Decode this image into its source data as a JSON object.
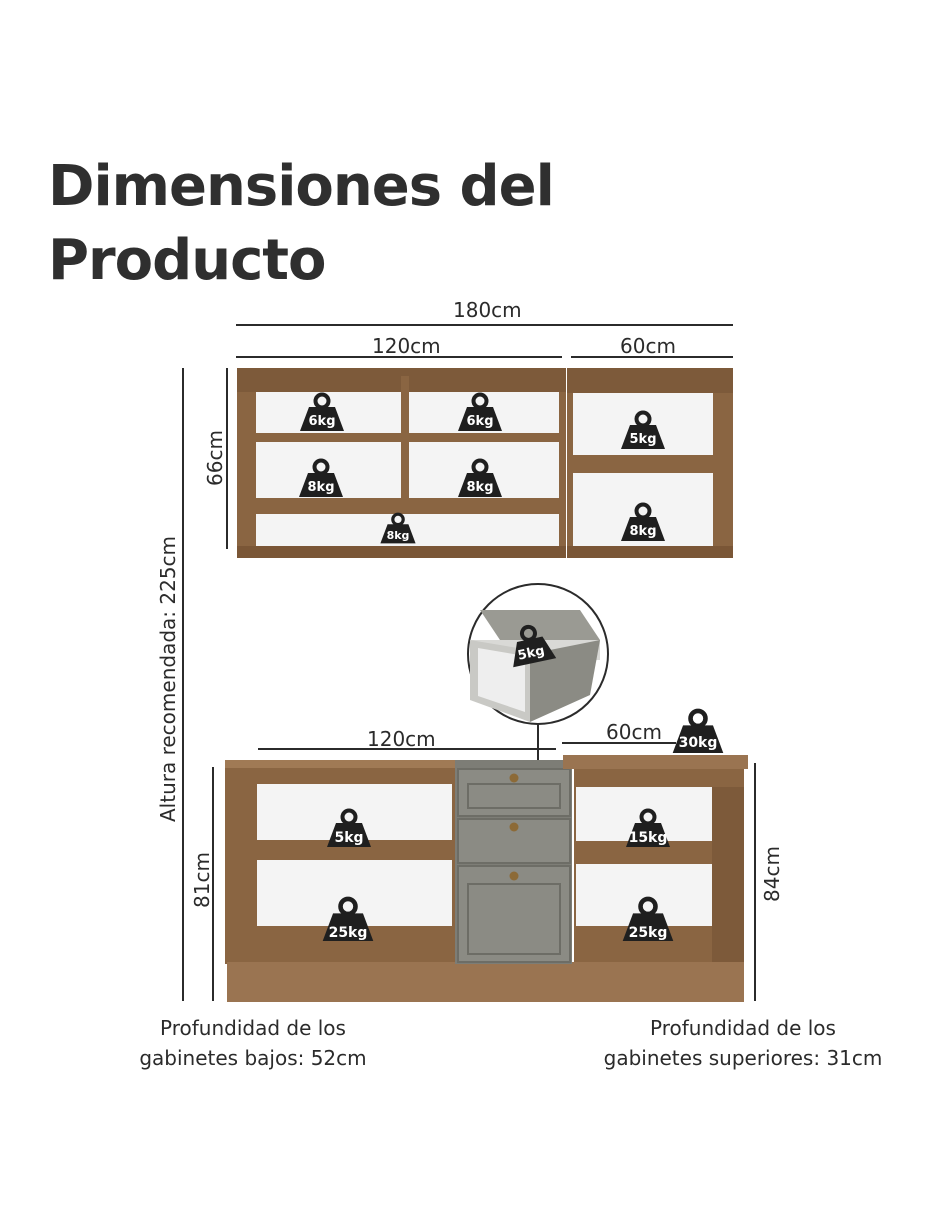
{
  "title": {
    "line1": "Dimensiones del",
    "line2": "Producto"
  },
  "dimensions": {
    "total_width": "180cm",
    "upper_left_width": "120cm",
    "upper_right_width": "60cm",
    "upper_height": "66cm",
    "recommended_height": "Altura recomendada: 225cm",
    "lower_left_width": "120cm",
    "lower_right_width": "60cm",
    "lower_left_height": "81cm",
    "lower_right_height": "84cm"
  },
  "weights": {
    "upper_shelf_1": "6kg",
    "upper_shelf_2": "6kg",
    "upper_shelf_3": "8kg",
    "upper_shelf_4": "8kg",
    "upper_bottom": "8kg",
    "upper_right_top": "5kg",
    "upper_right_bottom": "8kg",
    "drawer": "5kg",
    "countertop": "30kg",
    "lower_left_top": "5kg",
    "lower_left_bottom": "25kg",
    "lower_right_top": "15kg",
    "lower_right_bottom": "25kg"
  },
  "captions": {
    "lower_line1": "Profundidad de los",
    "lower_line2": "gabinetes bajos: 52cm",
    "upper_line1": "Profundidad de los",
    "upper_line2": "gabinetes superiores: 31cm"
  },
  "colors": {
    "wood": "#8a6542",
    "wood_dark": "#6f4f33",
    "interior": "#f4f4f4",
    "drawer_gray": "#8b8b84",
    "weight": "#1f1f1f"
  }
}
